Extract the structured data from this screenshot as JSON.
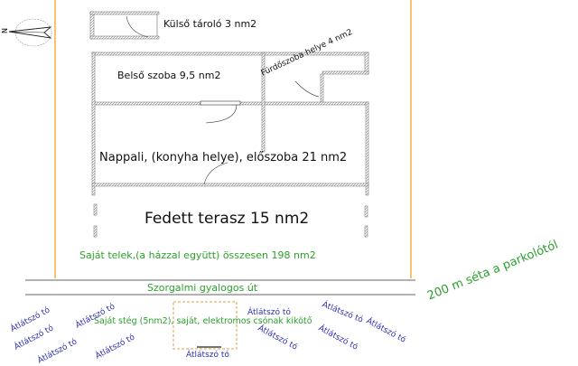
{
  "compass": {
    "north_label": "N"
  },
  "rooms": {
    "storage": "Külső tároló 3 nm2",
    "inner_room": "Belső szoba 9,5 nm2",
    "bathroom": "Fürdőszoba helye 4 nm2",
    "living": "Nappali, (konyha helye), előszoba 21 nm2",
    "terrace": "Fedett terasz 15 nm2"
  },
  "plot": "Saját telek,(a házzal együtt) összesen 198 nm2",
  "path": "Szorgalmi gyalogos út",
  "parking": "200 m séta a parkolótól",
  "dock": "Saját stég (5nm2), saját, elektromos csónak kikötő",
  "lake_label": "Átlátszó tó",
  "colors": {
    "plot_border": "#f0b040",
    "green_text": "#2ca02c",
    "lake_text": "#3030b0",
    "wall": "#999999"
  }
}
